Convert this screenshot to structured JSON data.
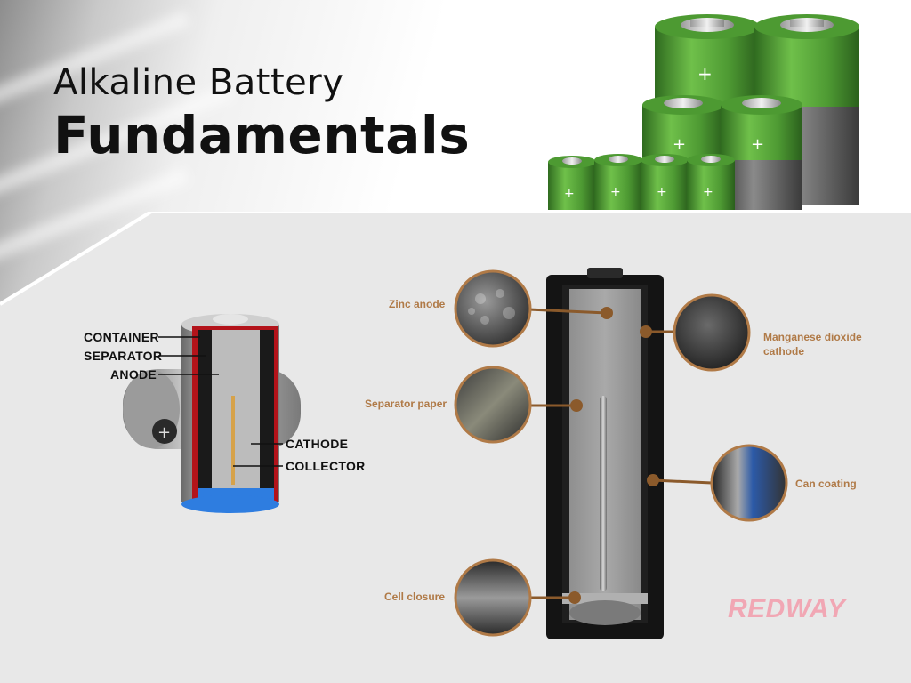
{
  "header": {
    "title_line1": "Alkaline Battery",
    "title_line2": "Fundamentals"
  },
  "left_diagram": {
    "labels": {
      "container": "CONTAINER",
      "separator": "SEPARATOR",
      "anode": "ANODE",
      "cathode": "CATHODE",
      "collector": "COLLECTOR"
    }
  },
  "right_diagram": {
    "labels": {
      "zinc_anode": "Zinc anode",
      "separator_paper": "Separator paper",
      "cell_closure": "Cell closure",
      "manganese_line1": "Manganese dioxide",
      "manganese_line2": "cathode",
      "can_coating": "Can coating"
    }
  },
  "brand": "REDWAY",
  "colors": {
    "callout": "#b07a47",
    "battery_green": "#5fae3e",
    "brand_pink": "#f1a7b4",
    "left_label": "#111111"
  }
}
